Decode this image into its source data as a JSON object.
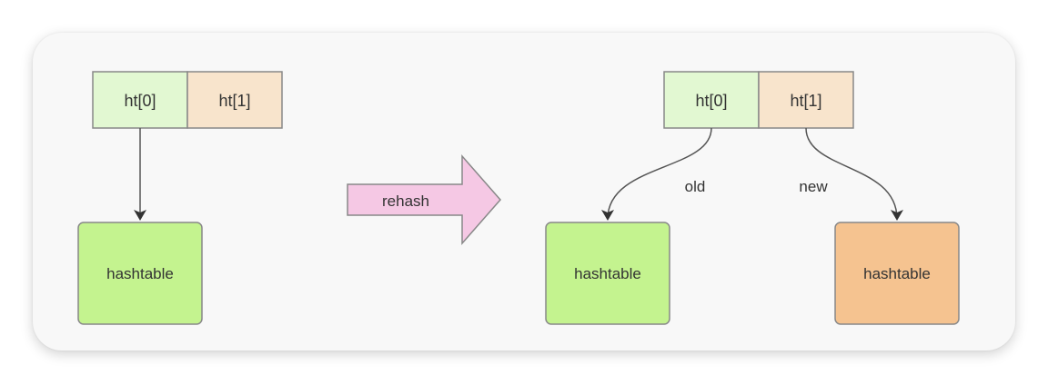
{
  "left": {
    "ht0_label": "ht[0]",
    "ht1_label": "ht[1]",
    "table_label": "hashtable"
  },
  "center": {
    "arrow_label": "rehash"
  },
  "right": {
    "ht0_label": "ht[0]",
    "ht1_label": "ht[1]",
    "old_label": "old",
    "new_label": "new",
    "old_table_label": "hashtable",
    "new_table_label": "hashtable"
  },
  "colors": {
    "ht0_fill": "#e2f8d2",
    "ht1_fill": "#f8e4cc",
    "green_table": "#c4f38f",
    "orange_table": "#f5c390",
    "rehash_arrow": "#f5c8e4",
    "stroke": "#888888"
  }
}
